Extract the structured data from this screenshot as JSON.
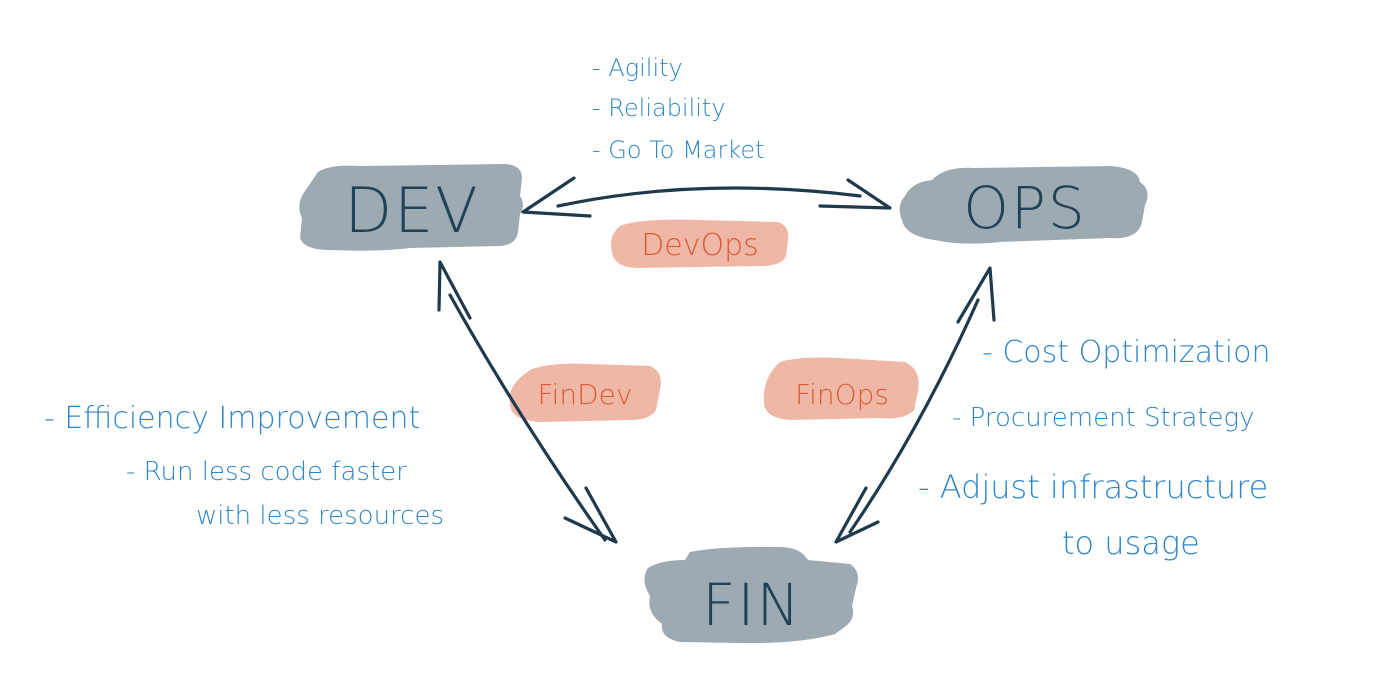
{
  "nodes": {
    "dev": {
      "label": "DEV"
    },
    "ops": {
      "label": "OPS"
    },
    "fin": {
      "label": "FIN"
    }
  },
  "relations": {
    "devops": {
      "label": "DevOps"
    },
    "findev": {
      "label": "FinDev"
    },
    "finops": {
      "label": "FinOps"
    }
  },
  "notes": {
    "devops": [
      "- Agility",
      "- Reliability",
      "- Go To Market"
    ],
    "findev": [
      "- Efficiency Improvement",
      "- Run less code faster",
      "with less resources"
    ],
    "finops": [
      "- Cost Optimization",
      "- Procurement Strategy",
      "- Adjust infrastructure",
      "to usage"
    ]
  },
  "colors": {
    "node_fill": "#9eaab1",
    "node_text": "#1f4258",
    "tag_fill": "#efb7a6",
    "tag_text": "#dd5a35",
    "note_text": "#2f86c9",
    "arrow": "#1f3a4c"
  }
}
